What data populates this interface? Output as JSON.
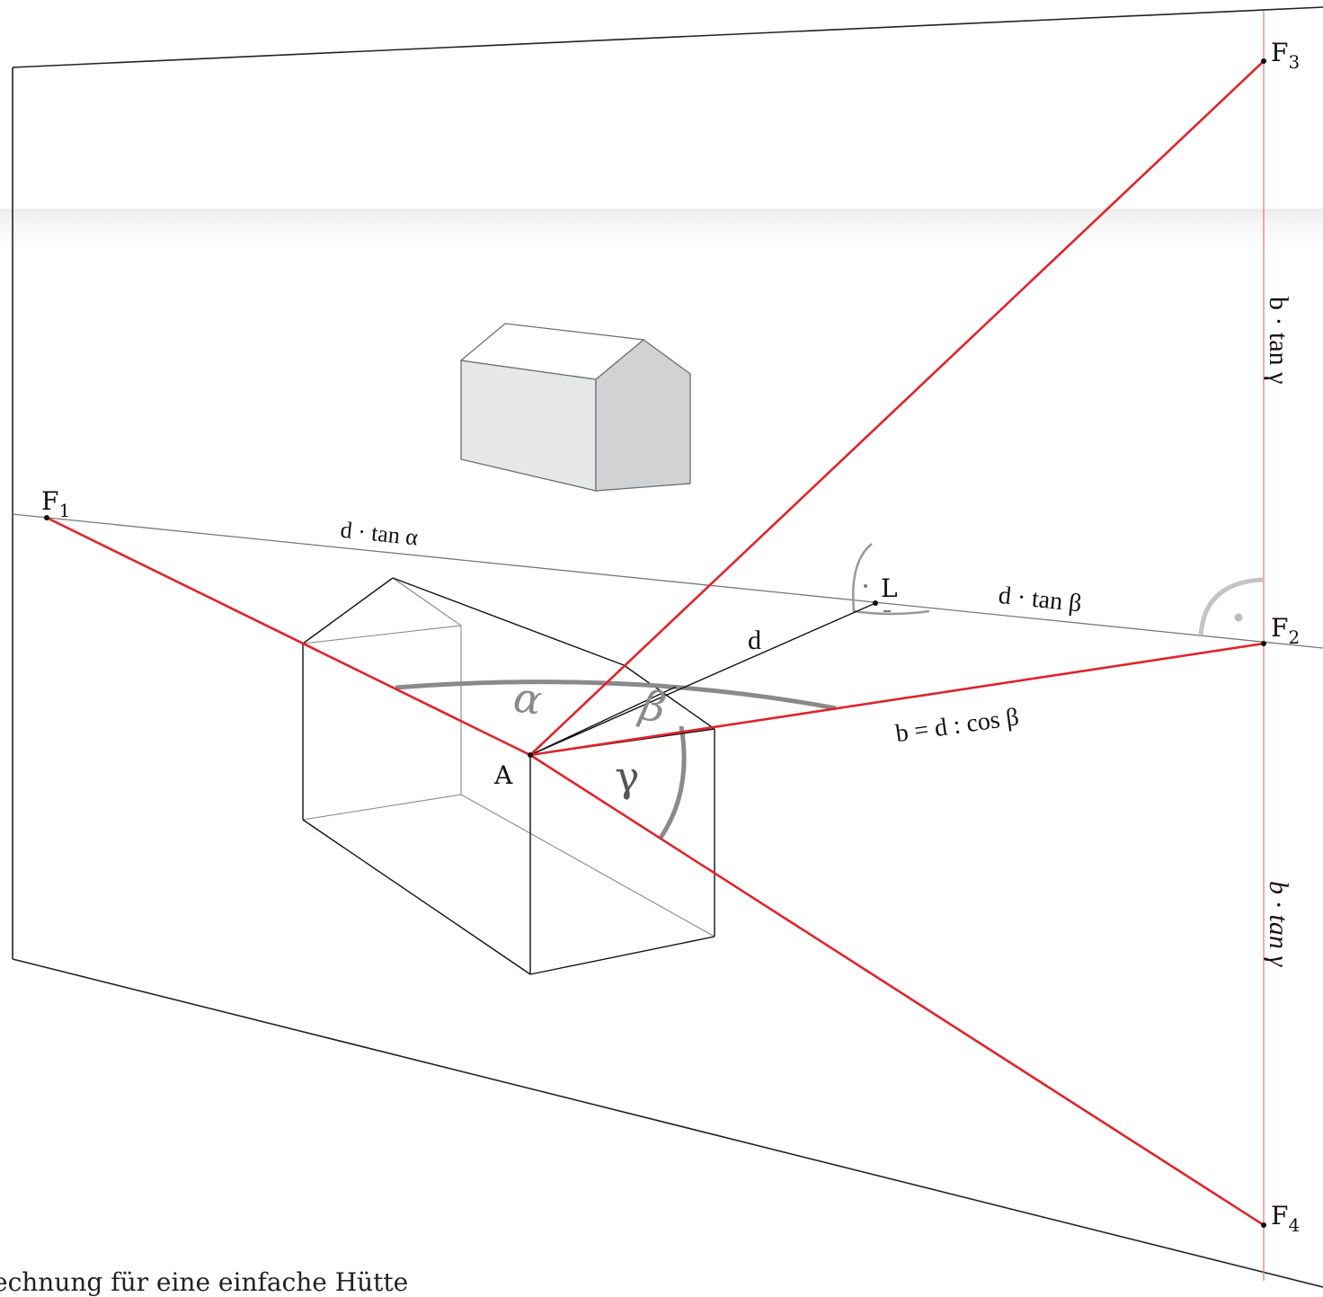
{
  "points": {
    "F1": "F",
    "F1_sub": "1",
    "F2": "F",
    "F2_sub": "2",
    "F3": "F",
    "F3_sub": "3",
    "F4": "F",
    "F4_sub": "4",
    "A": "A",
    "L": "L"
  },
  "labels": {
    "d_tan_alpha": "d · tan α",
    "d_tan_beta": "d · tan β",
    "d": "d",
    "b_eq": "b = d : cos β",
    "b_tan_gamma_top": "b · tan γ",
    "b_tan_gamma_bottom": "b · tan γ",
    "alpha": "α",
    "beta": "β",
    "gamma": "γ"
  },
  "caption": "echnung für eine einfache Hütte",
  "colors": {
    "red": "#e0232b",
    "thin_red": "#e07a6a",
    "gray_arc": "#8a8a8a",
    "house_face_light": "#e6e7e8",
    "house_face_dark": "#d1d2d4"
  }
}
